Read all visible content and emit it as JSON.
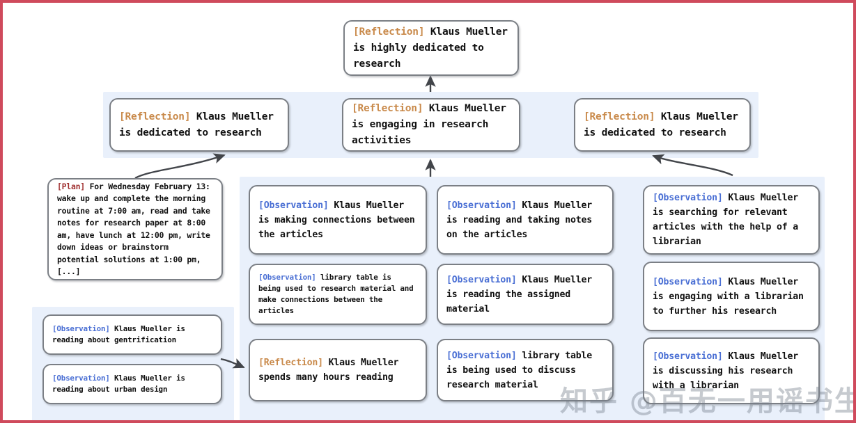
{
  "meta": {
    "frame_color": "#cf4a5c",
    "panel_color": "#e9f0fb",
    "node_border_color": "#7b7f85",
    "reflection_tag_color": "#c98a4b",
    "observation_tag_color": "#4a6fd4",
    "plan_tag_color": "#a03030"
  },
  "watermark": {
    "text": "知乎 @百无一用谣书生"
  },
  "tags": {
    "reflection": "[Reflection]",
    "observation": "[Observation]",
    "plan": "[Plan]"
  },
  "nodes": {
    "top_reflection": {
      "tag": "[Reflection]",
      "body": " Klaus Mueller is highly dedicated to research"
    },
    "mid_reflection_left": {
      "tag": "[Reflection]",
      "body": " Klaus Mueller is dedicated to research"
    },
    "mid_reflection_center": {
      "tag": "[Reflection]",
      "body": " Klaus Mueller is engaging in research activities"
    },
    "mid_reflection_right": {
      "tag": "[Reflection]",
      "body": " Klaus Mueller is dedicated to research"
    },
    "plan": {
      "tag": "[Plan]",
      "body": " For Wednesday February 13: wake up and complete the morning routine at 7:00 am, read and take notes for research paper at 8:00 am, have lunch at 12:00 pm, write down ideas or brainstorm potential solutions at 1:00 pm, [...]"
    },
    "obs_far_left_1": {
      "tag": "[Observation]",
      "body": " Klaus Mueller is reading about gentrification"
    },
    "obs_far_left_2": {
      "tag": "[Observation]",
      "body": " Klaus Mueller is reading about urban design"
    },
    "col1_1": {
      "tag": "[Observation]",
      "body": " Klaus Mueller is making connections between the articles"
    },
    "col1_2": {
      "tag": "[Observation]",
      "body": " library table is being used to research material and make connections between the articles"
    },
    "col1_3": {
      "tag": "[Reflection]",
      "body": " Klaus Mueller spends many hours reading"
    },
    "col2_1": {
      "tag": "[Observation]",
      "body": " Klaus Mueller is reading and taking notes on the articles"
    },
    "col2_2": {
      "tag": "[Observation]",
      "body": " Klaus Mueller is reading the assigned material"
    },
    "col2_3": {
      "tag": "[Observation]",
      "body": " library table is being used to discuss research material"
    },
    "col3_1": {
      "tag": "[Observation]",
      "body": " Klaus Mueller is searching for relevant articles with the help of a librarian"
    },
    "col3_2": {
      "tag": "[Observation]",
      "body": " Klaus Mueller is engaging with a librarian to further his research"
    },
    "col3_3": {
      "tag": "[Observation]",
      "body": " Klaus Mueller is discussing his research with a librarian"
    }
  }
}
